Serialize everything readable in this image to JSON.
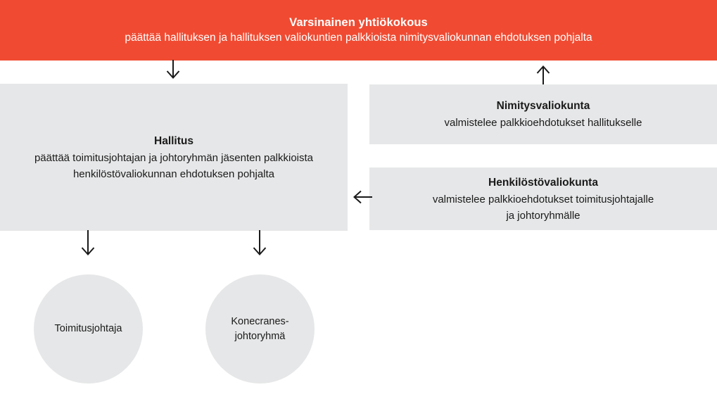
{
  "header": {
    "title": "Varsinainen yhtiökokous",
    "subtitle": "päättää hallituksen ja hallituksen valiokuntien palkkioista nimitysvaliokunnan ehdotuksen pohjalta",
    "background_color": "#f04b32",
    "text_color": "#ffffff"
  },
  "boxes": {
    "hallitus": {
      "title": "Hallitus",
      "line1": "päättää toimitusjohtajan ja johtoryhmän jäsenten palkkioista",
      "line2": "henkilöstövaliokunnan ehdotuksen pohjalta",
      "background_color": "#e6e7e8"
    },
    "nimitysvaliokunta": {
      "title": "Nimitysvaliokunta",
      "line1": "valmistelee palkkioehdotukset hallitukselle",
      "background_color": "#e6e7e8"
    },
    "henkilostovaliokunta": {
      "title": "Henkilöstövaliokunta",
      "line1": "valmistelee palkkioehdotukset toimitusjohtajalle",
      "line2": "ja johtoryhmälle",
      "background_color": "#e6e7e8"
    }
  },
  "circles": {
    "toimitusjohtaja": {
      "label": "Toimitusjohtaja",
      "background_color": "#e6e7e8"
    },
    "johtoryhma": {
      "label_line1": "Konecranes-",
      "label_line2": "johtoryhmä",
      "background_color": "#e6e7e8"
    }
  },
  "arrows": {
    "header_to_hallitus": "arrow-down-icon",
    "nimitysvaliokunta_to_header": "arrow-up-icon",
    "henkilostovaliokunta_to_hallitus": "arrow-left-icon",
    "hallitus_to_toimitusjohtaja": "arrow-down-icon",
    "hallitus_to_johtoryhma": "arrow-down-icon",
    "color": "#1a1a1a"
  }
}
